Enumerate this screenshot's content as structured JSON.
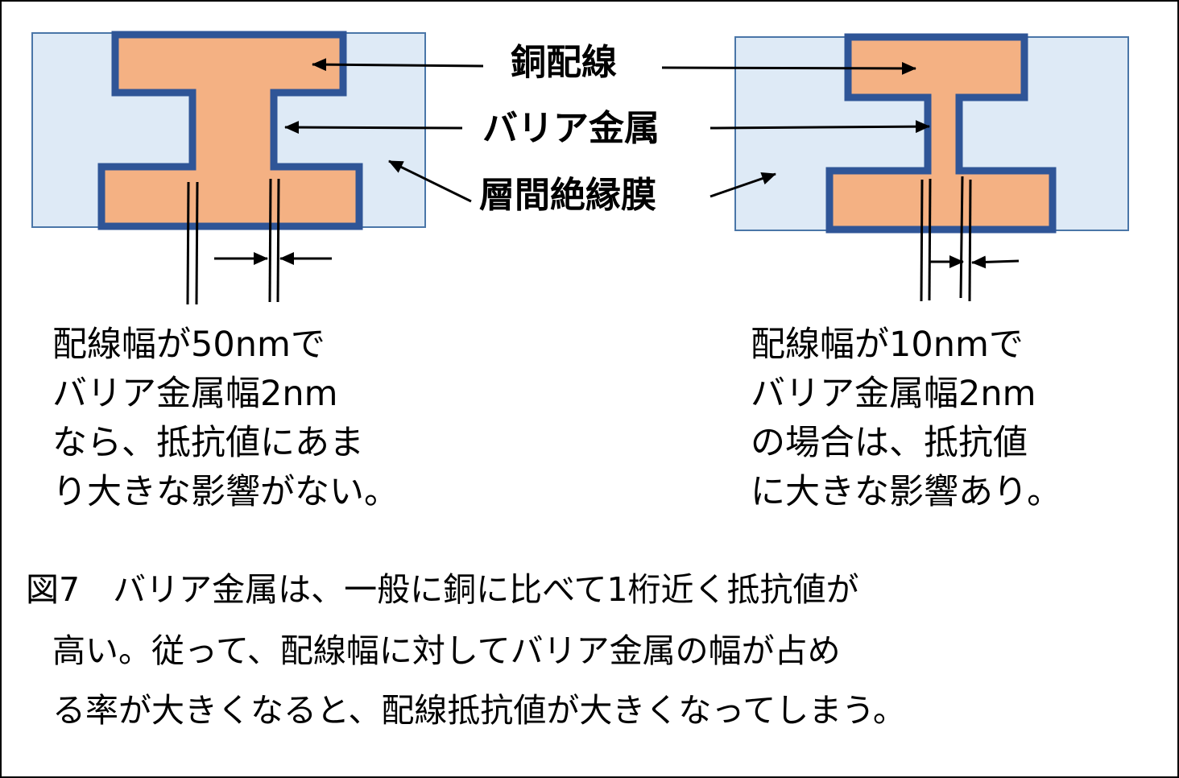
{
  "labels": {
    "copper_wiring": "銅配線",
    "barrier_metal": "バリア金属",
    "interlayer_dielectric": "層間絶縁膜"
  },
  "left_description": [
    "配線幅が50nmで",
    "バリア金属幅2nm",
    "なら、抵抗値にあま",
    "り大きな影響がない。"
  ],
  "right_description": [
    "配線幅が10nmで",
    "バリア金属幅2nm",
    "の場合は、抵抗値",
    "に大きな影響あり。"
  ],
  "caption": [
    "図7　バリア金属は、一般に銅に比べて1桁近く抵抗値が",
    "高い。従って、配線幅に対してバリア金属の幅が占め",
    "る率が大きくなると、配線抵抗値が大きくなってしまう。"
  ],
  "colors": {
    "dielectric_fill": "#deeaf6",
    "dielectric_border": "#4a76a8",
    "copper_fill": "#f4b183",
    "barrier_outline": "#2f5597"
  }
}
